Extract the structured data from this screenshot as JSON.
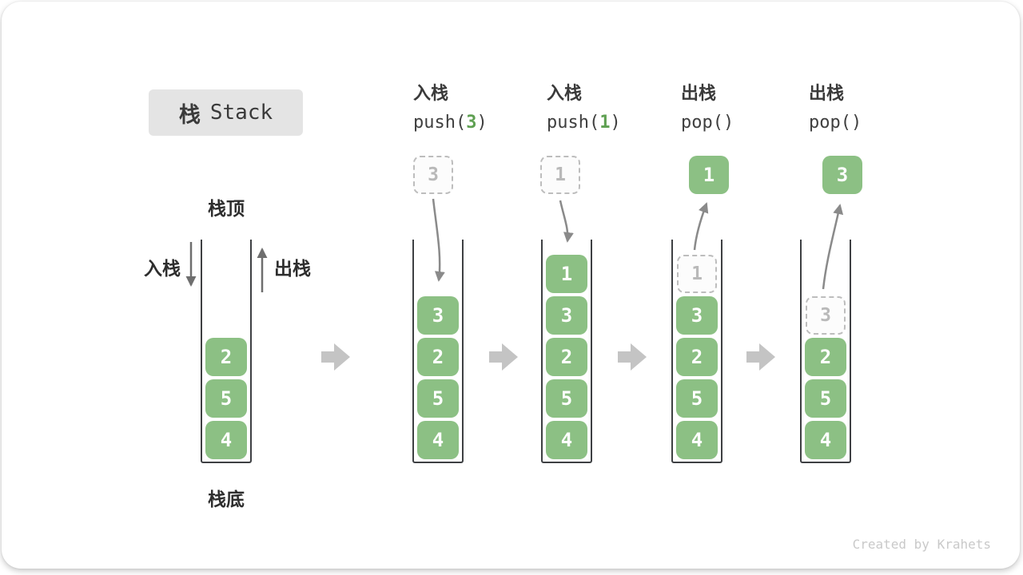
{
  "card": {
    "title_zh": "栈",
    "title_en": "Stack",
    "watermark": "Created by Krahets"
  },
  "labels": {
    "stack_top": "栈顶",
    "stack_bottom": "栈底",
    "push_side": "入栈",
    "pop_side": "出栈"
  },
  "operations": [
    {
      "name": "入栈",
      "code_pre": "push(",
      "code_arg": "3",
      "code_post": ")"
    },
    {
      "name": "入栈",
      "code_pre": "push(",
      "code_arg": "1",
      "code_post": ")"
    },
    {
      "name": "出栈",
      "code_pre": "pop(",
      "code_arg": "",
      "code_post": ")"
    },
    {
      "name": "出栈",
      "code_pre": "pop(",
      "code_arg": "",
      "code_post": ")"
    }
  ],
  "floating_boxes": [
    {
      "value": "3",
      "style": "dashed-incoming"
    },
    {
      "value": "1",
      "style": "dashed-incoming"
    },
    {
      "value": "1",
      "style": "solid-popped"
    },
    {
      "value": "3",
      "style": "solid-popped"
    }
  ],
  "stacks": [
    {
      "blocks": [
        {
          "value": "2"
        },
        {
          "value": "5"
        },
        {
          "value": "4"
        }
      ]
    },
    {
      "blocks": [
        {
          "value": "3"
        },
        {
          "value": "2"
        },
        {
          "value": "5"
        },
        {
          "value": "4"
        }
      ]
    },
    {
      "blocks": [
        {
          "value": "1"
        },
        {
          "value": "3"
        },
        {
          "value": "2"
        },
        {
          "value": "5"
        },
        {
          "value": "4"
        }
      ]
    },
    {
      "blocks": [
        {
          "value": "1",
          "ghost": true
        },
        {
          "value": "3"
        },
        {
          "value": "2"
        },
        {
          "value": "5"
        },
        {
          "value": "4"
        }
      ]
    },
    {
      "blocks": [
        {
          "value": "3",
          "ghost": true
        },
        {
          "value": "2"
        },
        {
          "value": "5"
        },
        {
          "value": "4"
        }
      ]
    }
  ],
  "colors": {
    "block_green": "#8CC084",
    "code_arg_green": "#5FA052",
    "flow_arrow_gray": "#8A8A8A",
    "side_arrow_gray": "#6E6E6E",
    "big_arrow_gray": "#C4C4C4",
    "dashed_border_gray": "#BDBDBD",
    "title_box_bg": "#E4E4E4",
    "text_dark": "#3A3A3A",
    "watermark_gray": "#C9C9C9"
  }
}
